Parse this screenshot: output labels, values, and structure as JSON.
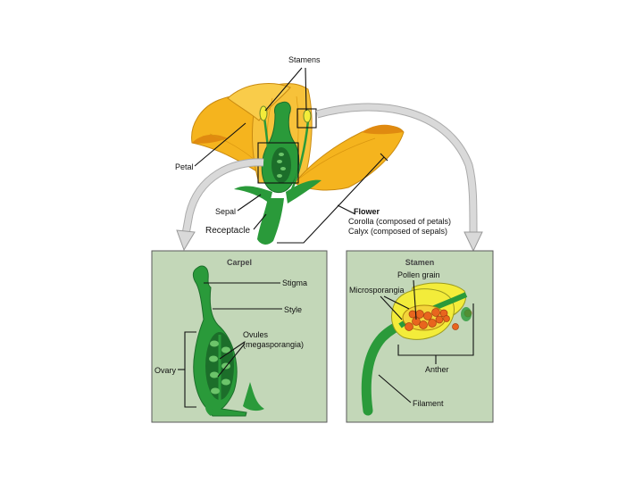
{
  "flower": {
    "stamens_label": "Stamens",
    "petal_label": "Petal",
    "sepal_label": "Sepal",
    "receptacle_label": "Receptacle",
    "flower_title": "Flower",
    "corolla_label": "Corolla (composed of petals)",
    "calyx_label": "Calyx (composed of sepals)"
  },
  "carpel_panel": {
    "title": "Carpel",
    "stigma_label": "Stigma",
    "style_label": "Style",
    "ovules_label_1": "Ovules",
    "ovules_label_2": "(megasporangia)",
    "ovary_label": "Ovary"
  },
  "stamen_panel": {
    "title": "Stamen",
    "pollen_label": "Pollen grain",
    "microsporangia_label": "Microsporangia",
    "anther_label": "Anther",
    "filament_label": "Filament"
  },
  "colors": {
    "petal": "#f5b41e",
    "petal_dark": "#e08a10",
    "green": "#2a9a3a",
    "green_dark": "#1c6e2a",
    "panel_bg": "#c3d7b8",
    "pollen": "#e8651e",
    "anther_yellow": "#f3ec3a",
    "arrow": "#c9c9c9"
  }
}
